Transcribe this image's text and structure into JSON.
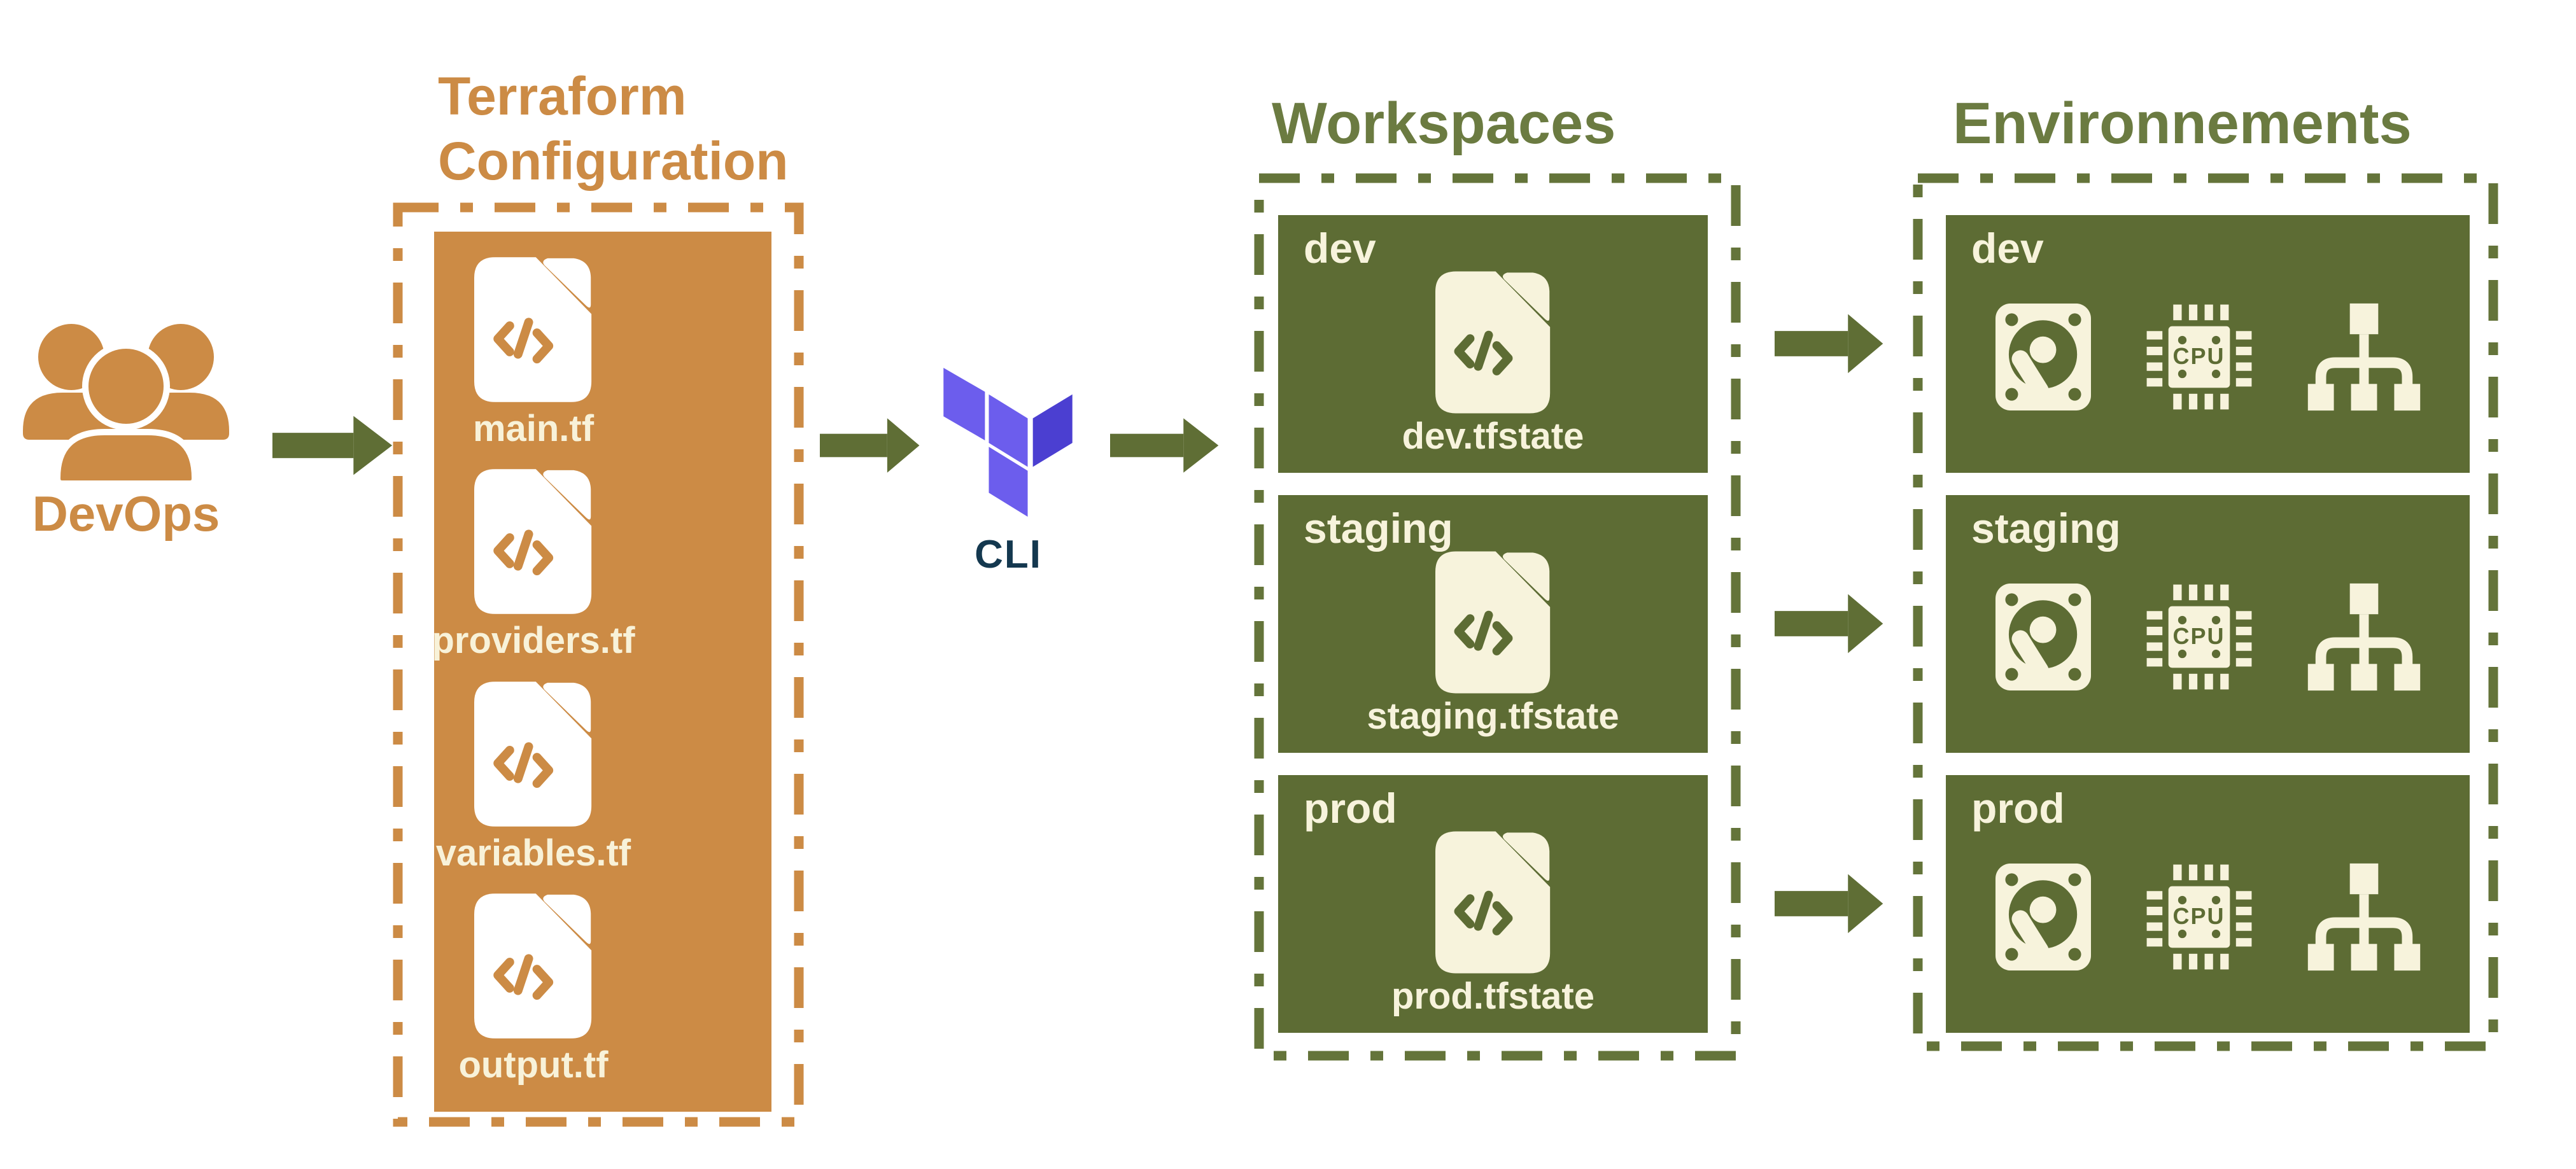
{
  "devops": {
    "label": "DevOps"
  },
  "terraform_config": {
    "title_line1": "Terraform",
    "title_line2": "Configuration",
    "files": [
      {
        "label": "main.tf"
      },
      {
        "label": "providers.tf"
      },
      {
        "label": "variables.tf"
      },
      {
        "label": "output.tf"
      }
    ]
  },
  "cli": {
    "label": "CLI"
  },
  "workspaces": {
    "title": "Workspaces",
    "items": [
      {
        "name": "dev",
        "state_file": "dev.tfstate"
      },
      {
        "name": "staging",
        "state_file": "staging.tfstate"
      },
      {
        "name": "prod",
        "state_file": "prod.tfstate"
      }
    ]
  },
  "environments": {
    "title": "Environnements",
    "cpu_label": "CPU",
    "resource_icons": [
      "hard-drive-icon",
      "cpu-icon",
      "network-icon"
    ],
    "items": [
      {
        "name": "dev"
      },
      {
        "name": "staging"
      },
      {
        "name": "prod"
      }
    ]
  },
  "colors": {
    "orange": "#CC8B45",
    "cream": "#F7F3DC",
    "green_box": "#5D6C34",
    "green_dash": "#64743A",
    "green_title": "#6B7B41",
    "green_arrow": "#5F6E35",
    "cli_text": "#14384F",
    "terraform_purple_light": "#6C5DED",
    "terraform_purple_dark": "#4B3FD1"
  }
}
